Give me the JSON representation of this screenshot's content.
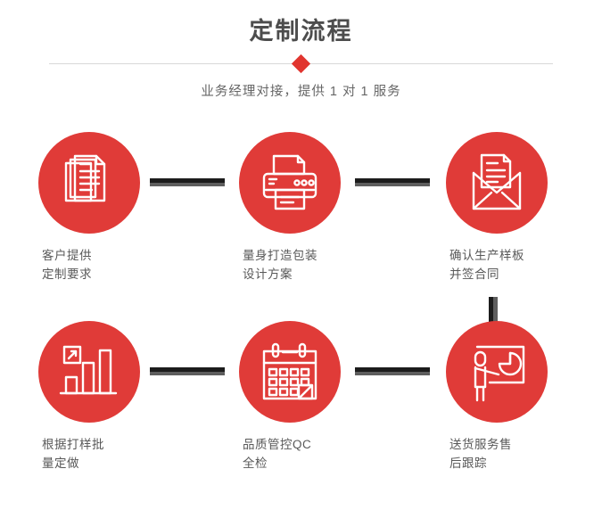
{
  "header": {
    "title": "定制流程",
    "subtitle": "业务经理对接，提供 1 对 1 服务",
    "diamond_color": "#e1352f",
    "line_color": "#d8d8d8",
    "title_color": "#4d4d4d",
    "subtitle_color": "#666666"
  },
  "theme": {
    "circle_red": "#e03b38",
    "connector_dark": "#1c1c1c",
    "connector_gray": "#5e5e5e",
    "label_color": "#595959",
    "background": "#ffffff"
  },
  "flow": {
    "row1": [
      {
        "index": "1",
        "icon": "documents-icon",
        "label": "客户提供\n定制要求"
      },
      {
        "index": "2",
        "icon": "printer-icon",
        "label": "量身打造包装\n设计方案"
      },
      {
        "index": "3",
        "icon": "envelope-document-icon",
        "label": "确认生产样板\n并签合同"
      }
    ],
    "row2": [
      {
        "index": "4",
        "icon": "bar-chart-growth-icon",
        "label": "根据打样批\n量定做"
      },
      {
        "index": "5",
        "icon": "calendar-check-icon",
        "label": "品质管控QC\n全检"
      },
      {
        "index": "6",
        "icon": "presenter-pie-chart-icon",
        "label": "送货服务售\n后跟踪"
      }
    ]
  }
}
